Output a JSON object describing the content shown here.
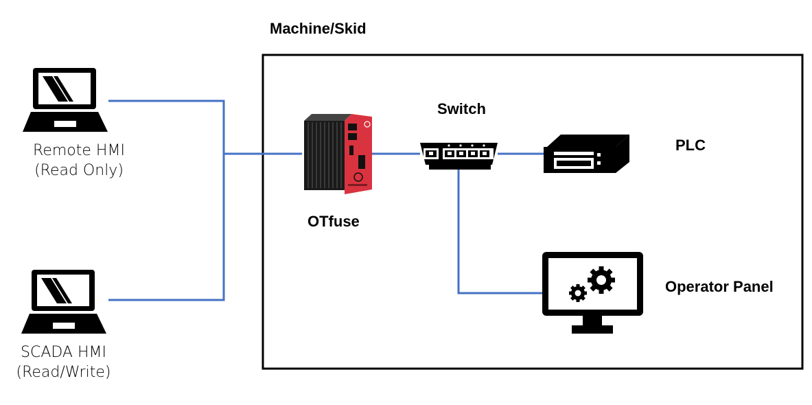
{
  "diagram": {
    "zone_title": "Machine/Skid",
    "nodes": {
      "remote_hmi": {
        "line1": "Remote HMI",
        "line2": "(Read Only)"
      },
      "scada_hmi": {
        "line1": "SCADA HMI",
        "line2": "(Read/Write)"
      },
      "otfuse": {
        "label": "OTfuse"
      },
      "switch": {
        "label": "Switch"
      },
      "plc": {
        "label": "PLC"
      },
      "operator_panel": {
        "label": "Operator Panel"
      }
    },
    "colors": {
      "link": "#4472c4",
      "otfuse_red": "#d9333f",
      "otfuse_body": "#1a1a1a",
      "outline": "#000000"
    }
  }
}
